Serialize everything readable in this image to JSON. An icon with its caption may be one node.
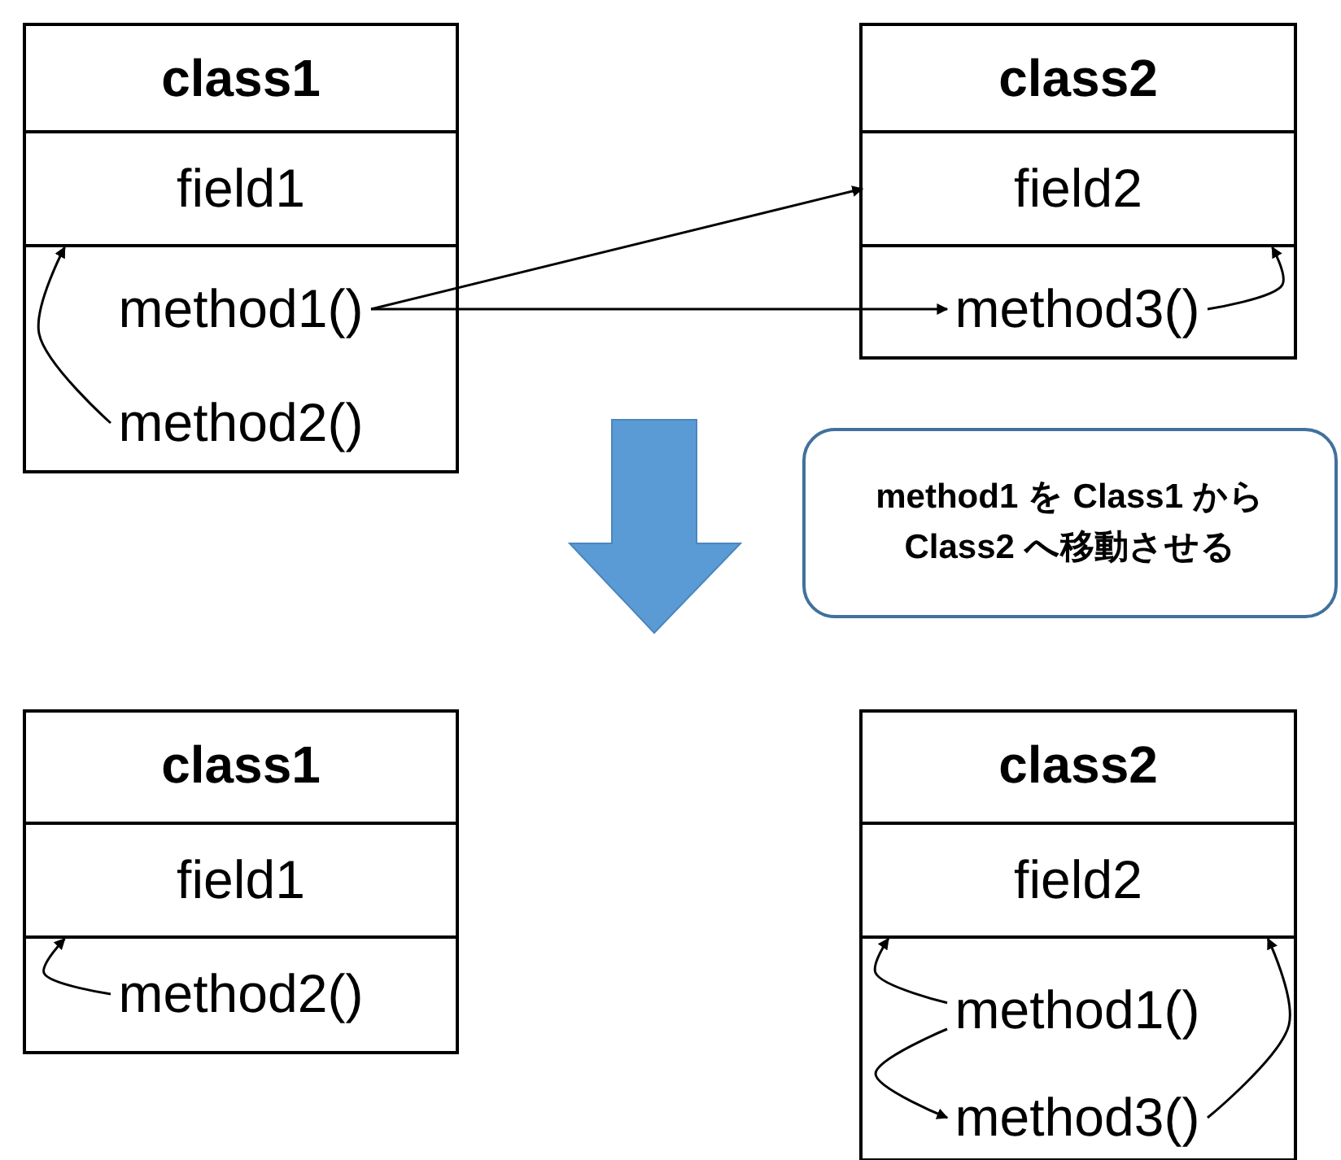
{
  "diagram": {
    "nodes": [
      {
        "text": [
          "class1"
        ]
      },
      {
        "text": [
          "field1"
        ],
        "in": 0
      },
      {
        "text": [
          "method1()"
        ],
        "in": 0
      },
      {
        "text": [
          "method2()"
        ],
        "in": 0
      },
      {
        "text": [
          "class2"
        ]
      },
      {
        "text": [
          "field2"
        ],
        "in": 4
      },
      {
        "text": [
          "method3()"
        ],
        "in": 4
      },
      {
        "text": [
          "method1 を Class1 から Class2 へ移動させる"
        ]
      },
      {
        "text": [
          "class1"
        ]
      },
      {
        "text": [
          "field1"
        ],
        "in": 8
      },
      {
        "text": [
          "method2()"
        ],
        "in": 8
      },
      {
        "text": [
          "class2"
        ]
      },
      {
        "text": [
          "field2"
        ],
        "in": 11
      },
      {
        "text": [
          "method1()"
        ],
        "in": 11
      },
      {
        "text": [
          "method3()"
        ],
        "in": 11
      }
    ],
    "edges": [
      {
        "from": 3,
        "to": 1,
        "arrow": "to"
      },
      {
        "from": 2,
        "to": 5,
        "arrow": "to"
      },
      {
        "from": 2,
        "to": 6,
        "arrow": "to"
      },
      {
        "from": 6,
        "to": 5,
        "arrow": "to"
      },
      {
        "from": 10,
        "to": 9,
        "arrow": "to"
      },
      {
        "from": 13,
        "to": 12,
        "arrow": "to"
      },
      {
        "from": 13,
        "to": 14,
        "arrow": "to"
      },
      {
        "from": 14,
        "to": 12,
        "arrow": "to"
      }
    ]
  }
}
